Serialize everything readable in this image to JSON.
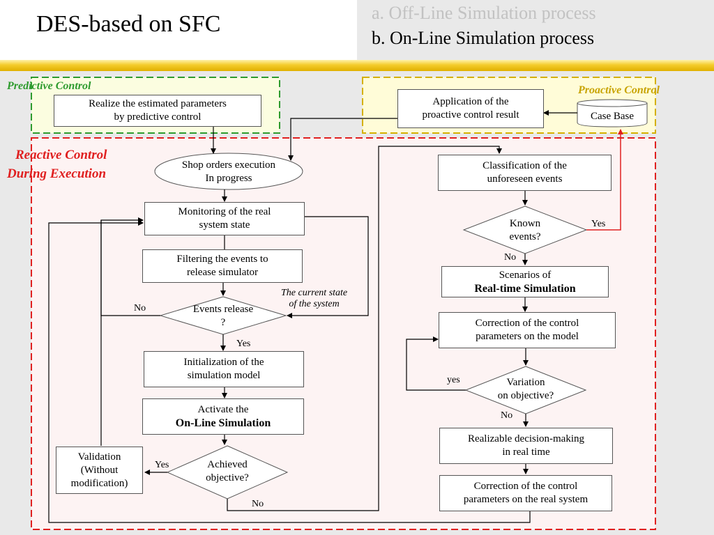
{
  "header": {
    "title": "DES-based on SFC",
    "menu_a": "a. Off-Line Simulation process",
    "menu_b": "b. On-Line Simulation process"
  },
  "colors": {
    "predictive_zone": "#2e9b2e",
    "proactive_zone": "#d4b000",
    "reactive_zone": "#e02020",
    "red_arrow": "#e02020",
    "gold_bar": "#f4cc2c"
  },
  "zones": {
    "predictive": "Predictive Control",
    "proactive": "Proactive Control",
    "reactive_line1": "Reactive Control",
    "reactive_line2": "During Execution"
  },
  "nodes": {
    "realize_line1": "Realize the estimated parameters",
    "realize_line2": "by predictive control",
    "application_line1": "Application of the",
    "application_line2": "proactive control result",
    "case_base": "Case Base",
    "shop_orders_line1": "Shop orders execution",
    "shop_orders_line2": "In progress",
    "monitoring_line1": "Monitoring of the real",
    "monitoring_line2": "system state",
    "filtering_line1": "Filtering the events to",
    "filtering_line2": "release simulator",
    "events_release_line1": "Events release",
    "events_release_line2": "?",
    "init_line1": "Initialization of the",
    "init_line2": "simulation model",
    "activate_line1": "Activate the",
    "activate_line2": "On-Line Simulation",
    "achieved_line1": "Achieved",
    "achieved_line2": "objective?",
    "validation_line1": "Validation",
    "validation_line2": "(Without",
    "validation_line3": "modification)",
    "classification_line1": "Classification of the",
    "classification_line2": "unforeseen events",
    "known_line1": "Known",
    "known_line2": "events?",
    "scenarios_line1": "Scenarios of",
    "scenarios_line2": "Real-time Simulation",
    "correction_model_line1": "Correction of the control",
    "correction_model_line2": "parameters on the model",
    "variation_line1": "Variation",
    "variation_line2": "on objective?",
    "realizable_line1": "Realizable decision-making",
    "realizable_line2": "in real time",
    "correction_real_line1": "Correction of the control",
    "correction_real_line2": "parameters on the real system"
  },
  "edge_labels": {
    "no_events": "No",
    "yes_events": "Yes",
    "yes_achieved": "Yes",
    "no_achieved": "No",
    "current_state_line1": "The current state",
    "current_state_line2": "of the system",
    "yes_known": "Yes",
    "no_known": "No",
    "yes_variation": "yes",
    "no_variation": "No"
  }
}
